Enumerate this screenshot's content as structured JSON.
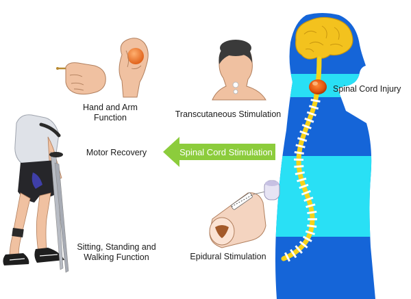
{
  "labels": {
    "hand_arm": "Hand and Arm\nFunction",
    "transcutaneous": "Transcutaneous Stimulation",
    "motor_recovery": "Motor Recovery",
    "spinal_cord_stimulation": "Spinal Cord Stimulation",
    "spinal_cord_injury": "Spinal Cord Injury",
    "epidural": "Epidural Stimulation",
    "sitting_walking": "Sitting, Standing and\nWalking Function"
  },
  "colors": {
    "body_blue": "#1565d8",
    "band_cyan": "#29e0f5",
    "brain_yellow": "#f3c21e",
    "injury_orange": "#e2550e",
    "arrow_green": "#8ccc3c",
    "spine_yellow": "#f6d21a",
    "disc_white": "#ffffff"
  },
  "icons": [
    "hand-grip-icon",
    "neck-electrode-icon",
    "patient-with-crutches-icon",
    "epidural-electrode-icon"
  ]
}
